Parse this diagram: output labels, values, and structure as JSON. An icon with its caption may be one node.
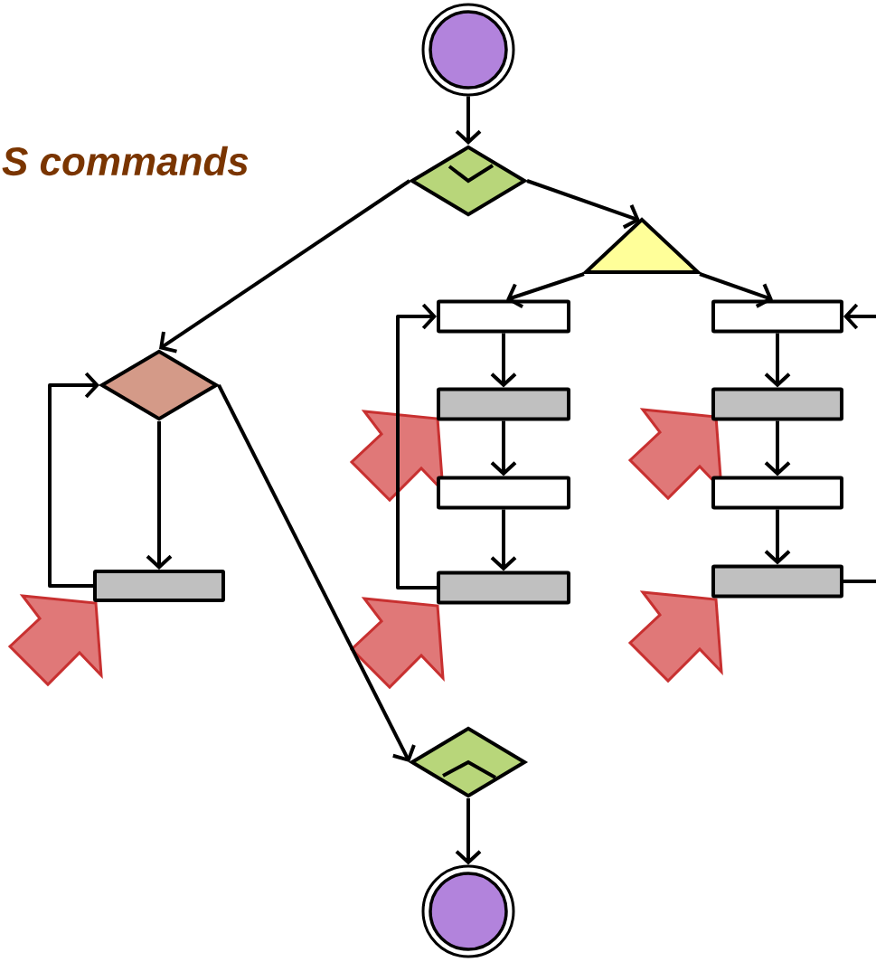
{
  "diagram": {
    "nodes": [
      {
        "text": [],
        "shape": "circle"
      },
      {
        "text": [],
        "shape": "diamond"
      },
      {
        "text": [],
        "shape": "diamond"
      },
      {
        "text": [],
        "shape": "triangle"
      },
      {
        "text": [],
        "shape": "box"
      },
      {
        "text": [],
        "shape": "box"
      },
      {
        "text": [],
        "shape": "box"
      },
      {
        "text": [],
        "shape": "box"
      },
      {
        "text": [],
        "shape": "box"
      },
      {
        "text": [],
        "shape": "box"
      },
      {
        "text": [],
        "shape": "box"
      },
      {
        "text": [],
        "shape": "box"
      },
      {
        "text": [],
        "shape": "box"
      },
      {
        "text": [],
        "shape": "diamond"
      },
      {
        "text": [],
        "shape": "circle"
      }
    ],
    "edges": [
      {
        "from": 0,
        "to": 1,
        "arrow": "to"
      },
      {
        "from": 1,
        "to": 3,
        "arrow": "to"
      },
      {
        "from": 1,
        "to": 2,
        "arrow": "to"
      },
      {
        "from": 3,
        "to": 4,
        "arrow": "to"
      },
      {
        "from": 3,
        "to": 8,
        "arrow": "to"
      },
      {
        "from": 4,
        "to": 5,
        "arrow": "to"
      },
      {
        "from": 5,
        "to": 6,
        "arrow": "to"
      },
      {
        "from": 6,
        "to": 7,
        "arrow": "to"
      },
      {
        "from": 7,
        "to": 4,
        "arrow": "to"
      },
      {
        "from": 8,
        "to": 9,
        "arrow": "to"
      },
      {
        "from": 9,
        "to": 10,
        "arrow": "to"
      },
      {
        "from": 10,
        "to": 11,
        "arrow": "to"
      },
      {
        "from": 11,
        "to": null,
        "arrow": "none"
      },
      {
        "from": null,
        "to": 8,
        "arrow": "to"
      },
      {
        "from": 2,
        "to": 12,
        "arrow": "to"
      },
      {
        "from": 12,
        "to": 2,
        "arrow": "to"
      },
      {
        "from": 2,
        "to": 13,
        "arrow": "to"
      },
      {
        "from": 13,
        "to": 14,
        "arrow": "to"
      }
    ],
    "labels": [
      "S commands"
    ]
  }
}
